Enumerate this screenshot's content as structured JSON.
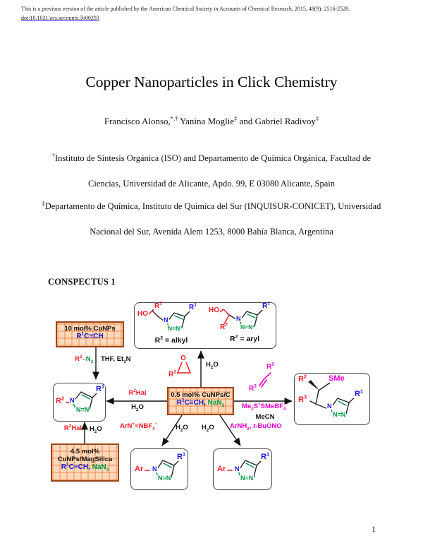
{
  "header": {
    "line1": "This is a previous version of the article published by the American Chemical Society in Accounts of Chemical Research. 2015, 48(9): 2516-2528.",
    "doi": "doi:10.1021/acs.accounts.5b00293"
  },
  "title": "Copper Nanoparticles in Click Chemistry",
  "authors": "Francisco Alonso,{^*,†} Yanina Moglie{^‡} and Gabriel Radivoy{^‡}",
  "affiliations": {
    "first": "{^†}Instituto de Síntesis Orgánica (ISO) and Departamento de Química Orgánica, Facultad de Ciencias, Universidad de Alicante, Apdo. 99, E 03080 Alicante, Spain",
    "second": "{^‡}Departamento de Química, Instituto de Química del Sur (INQUISUR-CONICET), Universidad Nacional del Sur, Avenida Alem 1253, 8000 Bahía Blanca, Argentina"
  },
  "section_heading": "CONSPECTUS 1",
  "page_number": "1",
  "colors": {
    "red": "#ee1c25",
    "blue": "#1212dd",
    "green": "#009640",
    "magenta": "#ea00cf",
    "catalyst_box_border": "#9c4418"
  },
  "scheme": {
    "atoms": {
      "HO": "HO",
      "O": "O",
      "N": "N",
      "NN": "N=N",
      "R1": "R{^1}",
      "R2": "R{^2}",
      "R3": "R{^3}",
      "Ar": "Ar",
      "SMe": "SMe"
    },
    "top_box": {
      "caption_alkyl": "R{^2} = alkyl",
      "caption_aryl": "R{^2} = aryl"
    },
    "cat_box_top": {
      "line1": "10 mol% CuNPs",
      "alkyne": "R{^1}C≡CH"
    },
    "cat_box_center": {
      "line1": "0.5 mol% CuNPs/C",
      "alkyne": "R{^1}C≡CH",
      "sep": ", ",
      "azide": "NaN{_3}"
    },
    "cat_box_bottom": {
      "line1": "4.5 mol%",
      "line2": "CuNPs/MagSilica",
      "alkyne": "R{^1}C≡CH",
      "sep": ", ",
      "azide": "NaN{_3}"
    },
    "reagents": {
      "organic_azide_r2": "R{^2}–",
      "organic_azide_n3": "N{_3}",
      "thf": "THF, Et{_3}N",
      "r2hal": "R{^2}Hal",
      "water": "H{_2}O",
      "diazonium": "ArN{^+}≡NBF{_4}{^−}",
      "amine": "ArNH{_2}, {/t}-BuONO",
      "sulfonium": "Me{_2}S{^+}SMeBF{_4}{^−}",
      "mecn": "MeCN"
    }
  }
}
